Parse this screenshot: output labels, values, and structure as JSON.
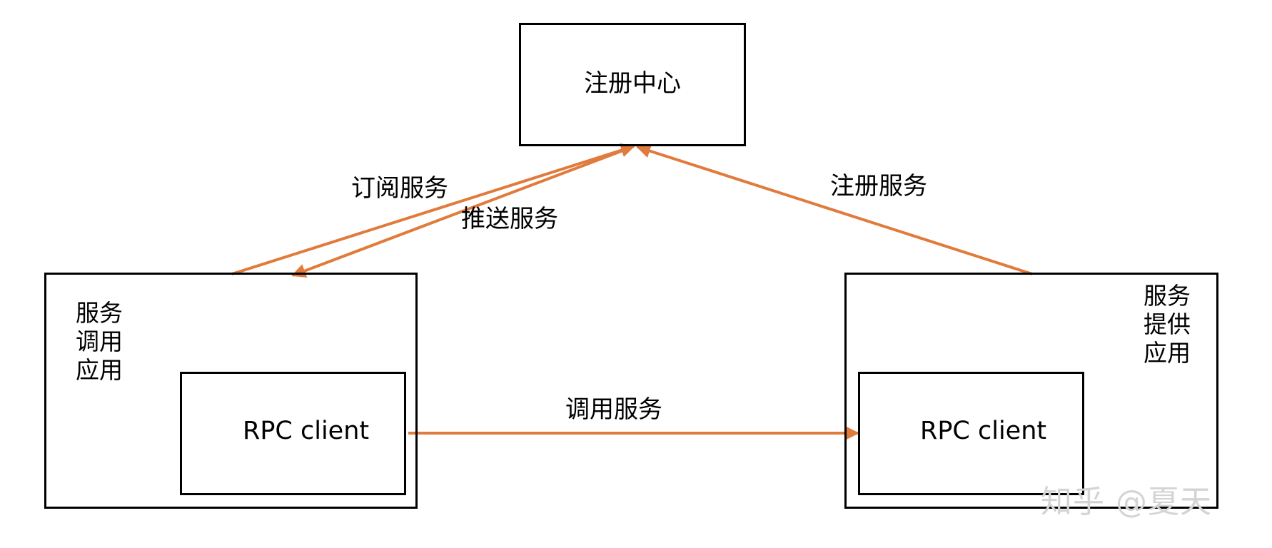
{
  "registry": {
    "title": "注册中心"
  },
  "consumer": {
    "title": "服务\n调用\n应用",
    "rpc_label": "RPC client"
  },
  "provider": {
    "title": "服务\n提供\n应用",
    "rpc_label": "RPC client"
  },
  "edges": {
    "subscribe_label": "订阅服务",
    "push_label": "推送服务",
    "register_label": "注册服务",
    "invoke_label": "调用服务"
  },
  "colors": {
    "arrow": "#e07b3c",
    "box_border": "#000000",
    "watermark": "#d4d4d4"
  },
  "watermark": {
    "text": "知乎 @夏天"
  }
}
